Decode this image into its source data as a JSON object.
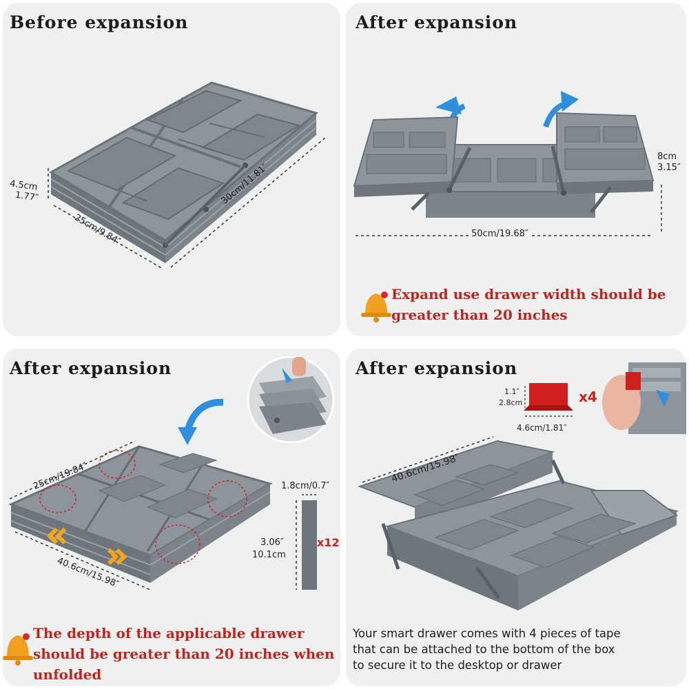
{
  "panels": {
    "before": {
      "title": "Before expansion",
      "height_cm": "4.5cm",
      "height_in": "1.77″",
      "depth": "25cm/9.84″",
      "width": "30cm/11.81″"
    },
    "after_top": {
      "title": "After expansion",
      "height_cm": "8cm",
      "height_in": "3.15″",
      "width": "50cm/19.68″",
      "warning_line1": "Expand use drawer width should be",
      "warning_line2": "greater than 20 inches"
    },
    "after_fold": {
      "title": "After expansion",
      "depth": "25cm/19.84″",
      "width": "40.6cm/15.98″",
      "divider_width": "1.8cm/0.7″",
      "divider_height_in": "3.06″",
      "divider_height_cm": "10.1cm",
      "divider_count": "x12",
      "warning_line1": "The depth of the applicable drawer",
      "warning_line2": "should be greater than 20 inches when",
      "warning_line3": "unfolded"
    },
    "after_tape": {
      "title": "After expansion",
      "tape_height_in": "1.1″",
      "tape_height_cm": "2.8cm",
      "tape_width": "4.6cm/1.81″",
      "tape_count": "x4",
      "depth": "40.6cm/15.98″",
      "info_line1": "Your smart drawer comes with 4 pieces of tape",
      "info_line2": "that can be attached to the bottom of the box",
      "info_line3": "to secure it to the desktop or drawer"
    }
  },
  "colors": {
    "panel_bg": "#eef1f0",
    "tray": "#8d949c",
    "warning": "#c3231f",
    "arrow": "#2f8fdd",
    "tape": "#d11f1f",
    "chevron": "#f4a51c"
  }
}
